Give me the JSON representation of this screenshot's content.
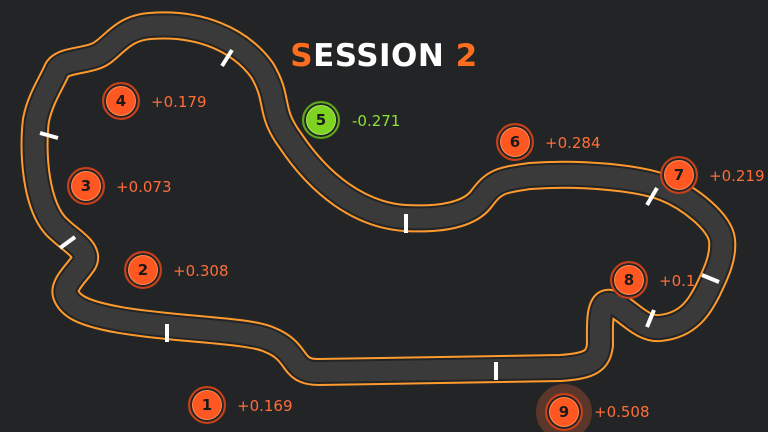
{
  "title": {
    "first_letter": "S",
    "rest": "ESSION",
    "number": "2"
  },
  "colors": {
    "background": "#232425",
    "track_outline": "#ff9a2e",
    "track_surface": "#3a3a3a",
    "badge": "#ff5722",
    "badge_best": "#7ed321",
    "delta_text": "#ff6d3a",
    "delta_best_text": "#8ee23a",
    "title_accent": "#ff6d1f"
  },
  "sectors": [
    {
      "number": "1",
      "delta": "+0.169",
      "best": false
    },
    {
      "number": "2",
      "delta": "+0.308",
      "best": false
    },
    {
      "number": "3",
      "delta": "+0.073",
      "best": false
    },
    {
      "number": "4",
      "delta": "+0.179",
      "best": false
    },
    {
      "number": "5",
      "delta": "-0.271",
      "best": true
    },
    {
      "number": "6",
      "delta": "+0.284",
      "best": false
    },
    {
      "number": "7",
      "delta": "+0.219",
      "best": false
    },
    {
      "number": "8",
      "delta": "+0.1",
      "best": false
    },
    {
      "number": "9",
      "delta": "+0.508",
      "best": false
    }
  ]
}
